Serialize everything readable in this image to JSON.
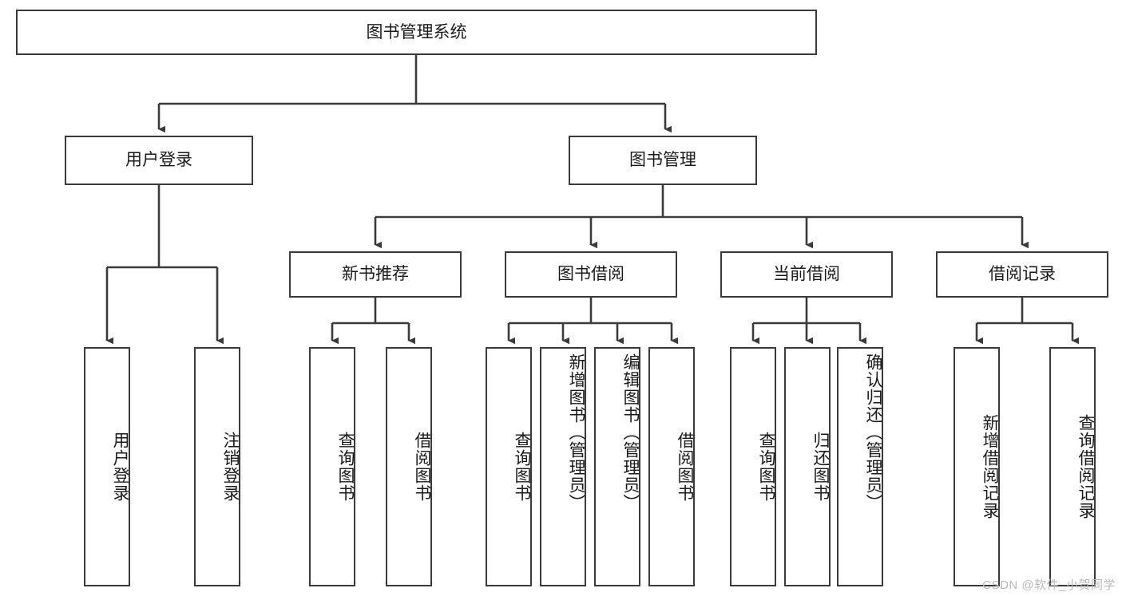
{
  "diagram": {
    "type": "tree-hierarchy",
    "title": "图书管理系统",
    "watermark": "CSDN @软件_小贺同学",
    "colors": {
      "box_border": "#3a3a3a",
      "box_fill": "#ffffff",
      "connector": "#3a3a3a",
      "text": "#1a1a1a",
      "watermark": "#b9b9b9"
    },
    "root": {
      "label": "图书管理系统"
    },
    "level2": [
      {
        "label": "用户登录"
      },
      {
        "label": "图书管理"
      }
    ],
    "level3": [
      {
        "label": "新书推荐"
      },
      {
        "label": "图书借阅"
      },
      {
        "label": "当前借阅"
      },
      {
        "label": "借阅记录"
      }
    ],
    "leaves": {
      "user_login": [
        {
          "label": "用户登录"
        },
        {
          "label": "注销登录"
        }
      ],
      "new_book_recommend": [
        {
          "label": "查询图书"
        },
        {
          "label": "借阅图书"
        }
      ],
      "book_borrow": [
        {
          "label": "查询图书"
        },
        {
          "label": "新增图书（管理员）"
        },
        {
          "label": "编辑图书（管理员）"
        },
        {
          "label": "借阅图书"
        }
      ],
      "current_borrow": [
        {
          "label": "查询图书"
        },
        {
          "label": "归还图书"
        },
        {
          "label": "确认归还（管理员）"
        }
      ],
      "borrow_record": [
        {
          "label": "新增借阅记录"
        },
        {
          "label": "查询借阅记录"
        }
      ]
    }
  }
}
